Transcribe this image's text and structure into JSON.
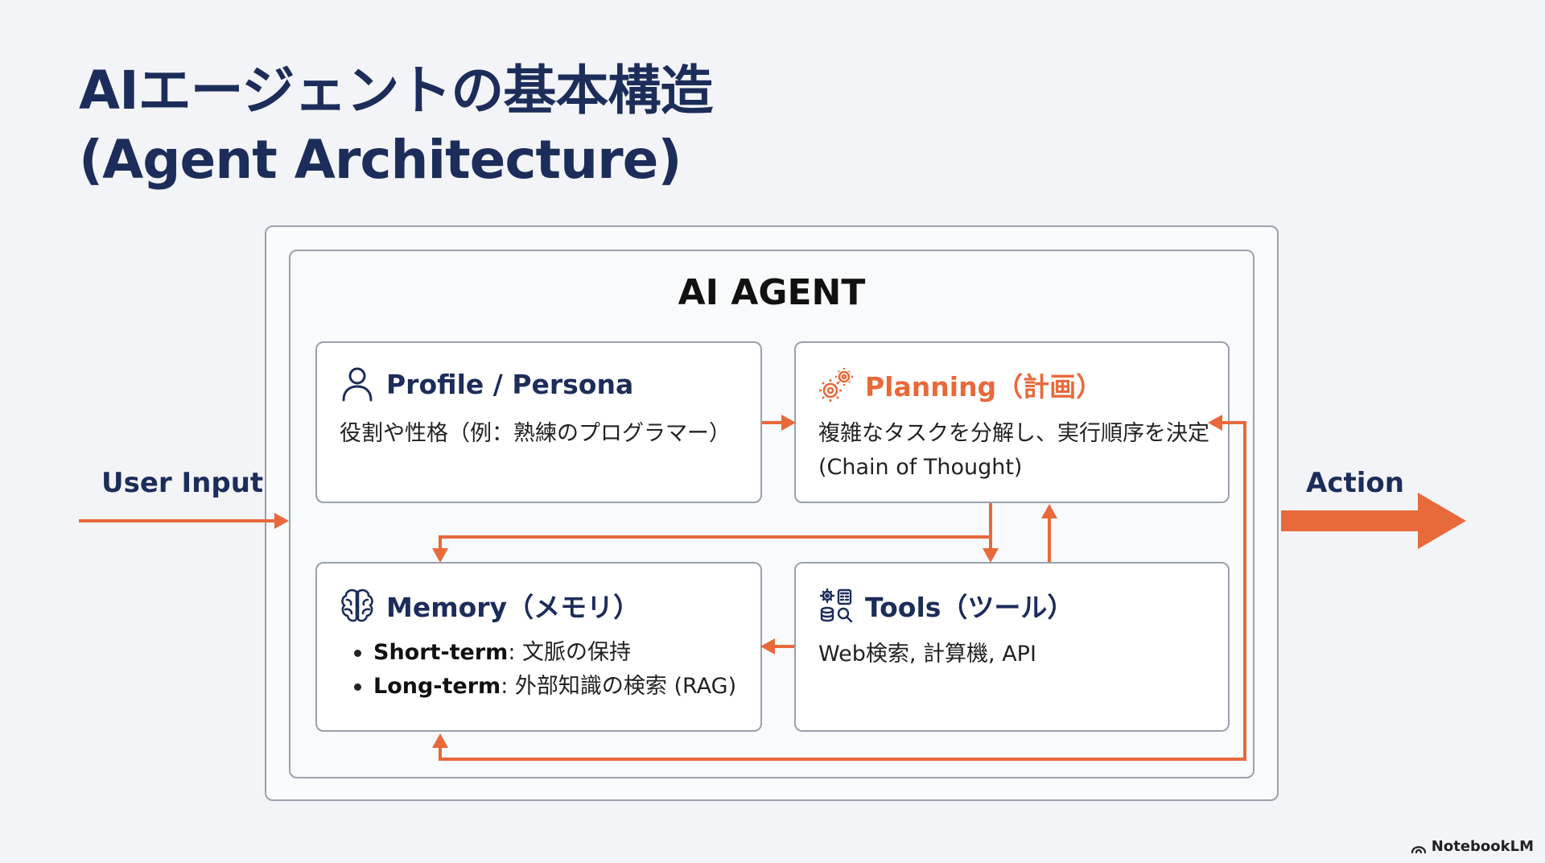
{
  "title": {
    "line1": "AIエージェントの基本構造",
    "line2": "(Agent Architecture)"
  },
  "agent": {
    "title": "AI AGENT"
  },
  "labels": {
    "input": "User Input",
    "output": "Action"
  },
  "cards": {
    "profile": {
      "icon": "user-icon",
      "title": "Profile / Persona",
      "body": "役割や性格（例：熟練のプログラマー）"
    },
    "planning": {
      "icon": "gears-icon",
      "title": "Planning（計画）",
      "body": "複雑なタスクを分解し、実行順序を決定 (Chain of Thought)"
    },
    "memory": {
      "icon": "brain-icon",
      "title": "Memory（メモリ）",
      "items": [
        {
          "term": "Short-term",
          "desc": ": 文脈の保持"
        },
        {
          "term": "Long-term",
          "desc": ": 外部知識の検索 (RAG)"
        }
      ]
    },
    "tools": {
      "icon": "tools-icon",
      "title": "Tools（ツール）",
      "body": "Web検索, 計算機, API"
    }
  },
  "colors": {
    "accent": "#e8693a",
    "navy": "#1c2d5a",
    "border": "#9aa1ad"
  },
  "brand": {
    "name": "NotebookLM"
  }
}
